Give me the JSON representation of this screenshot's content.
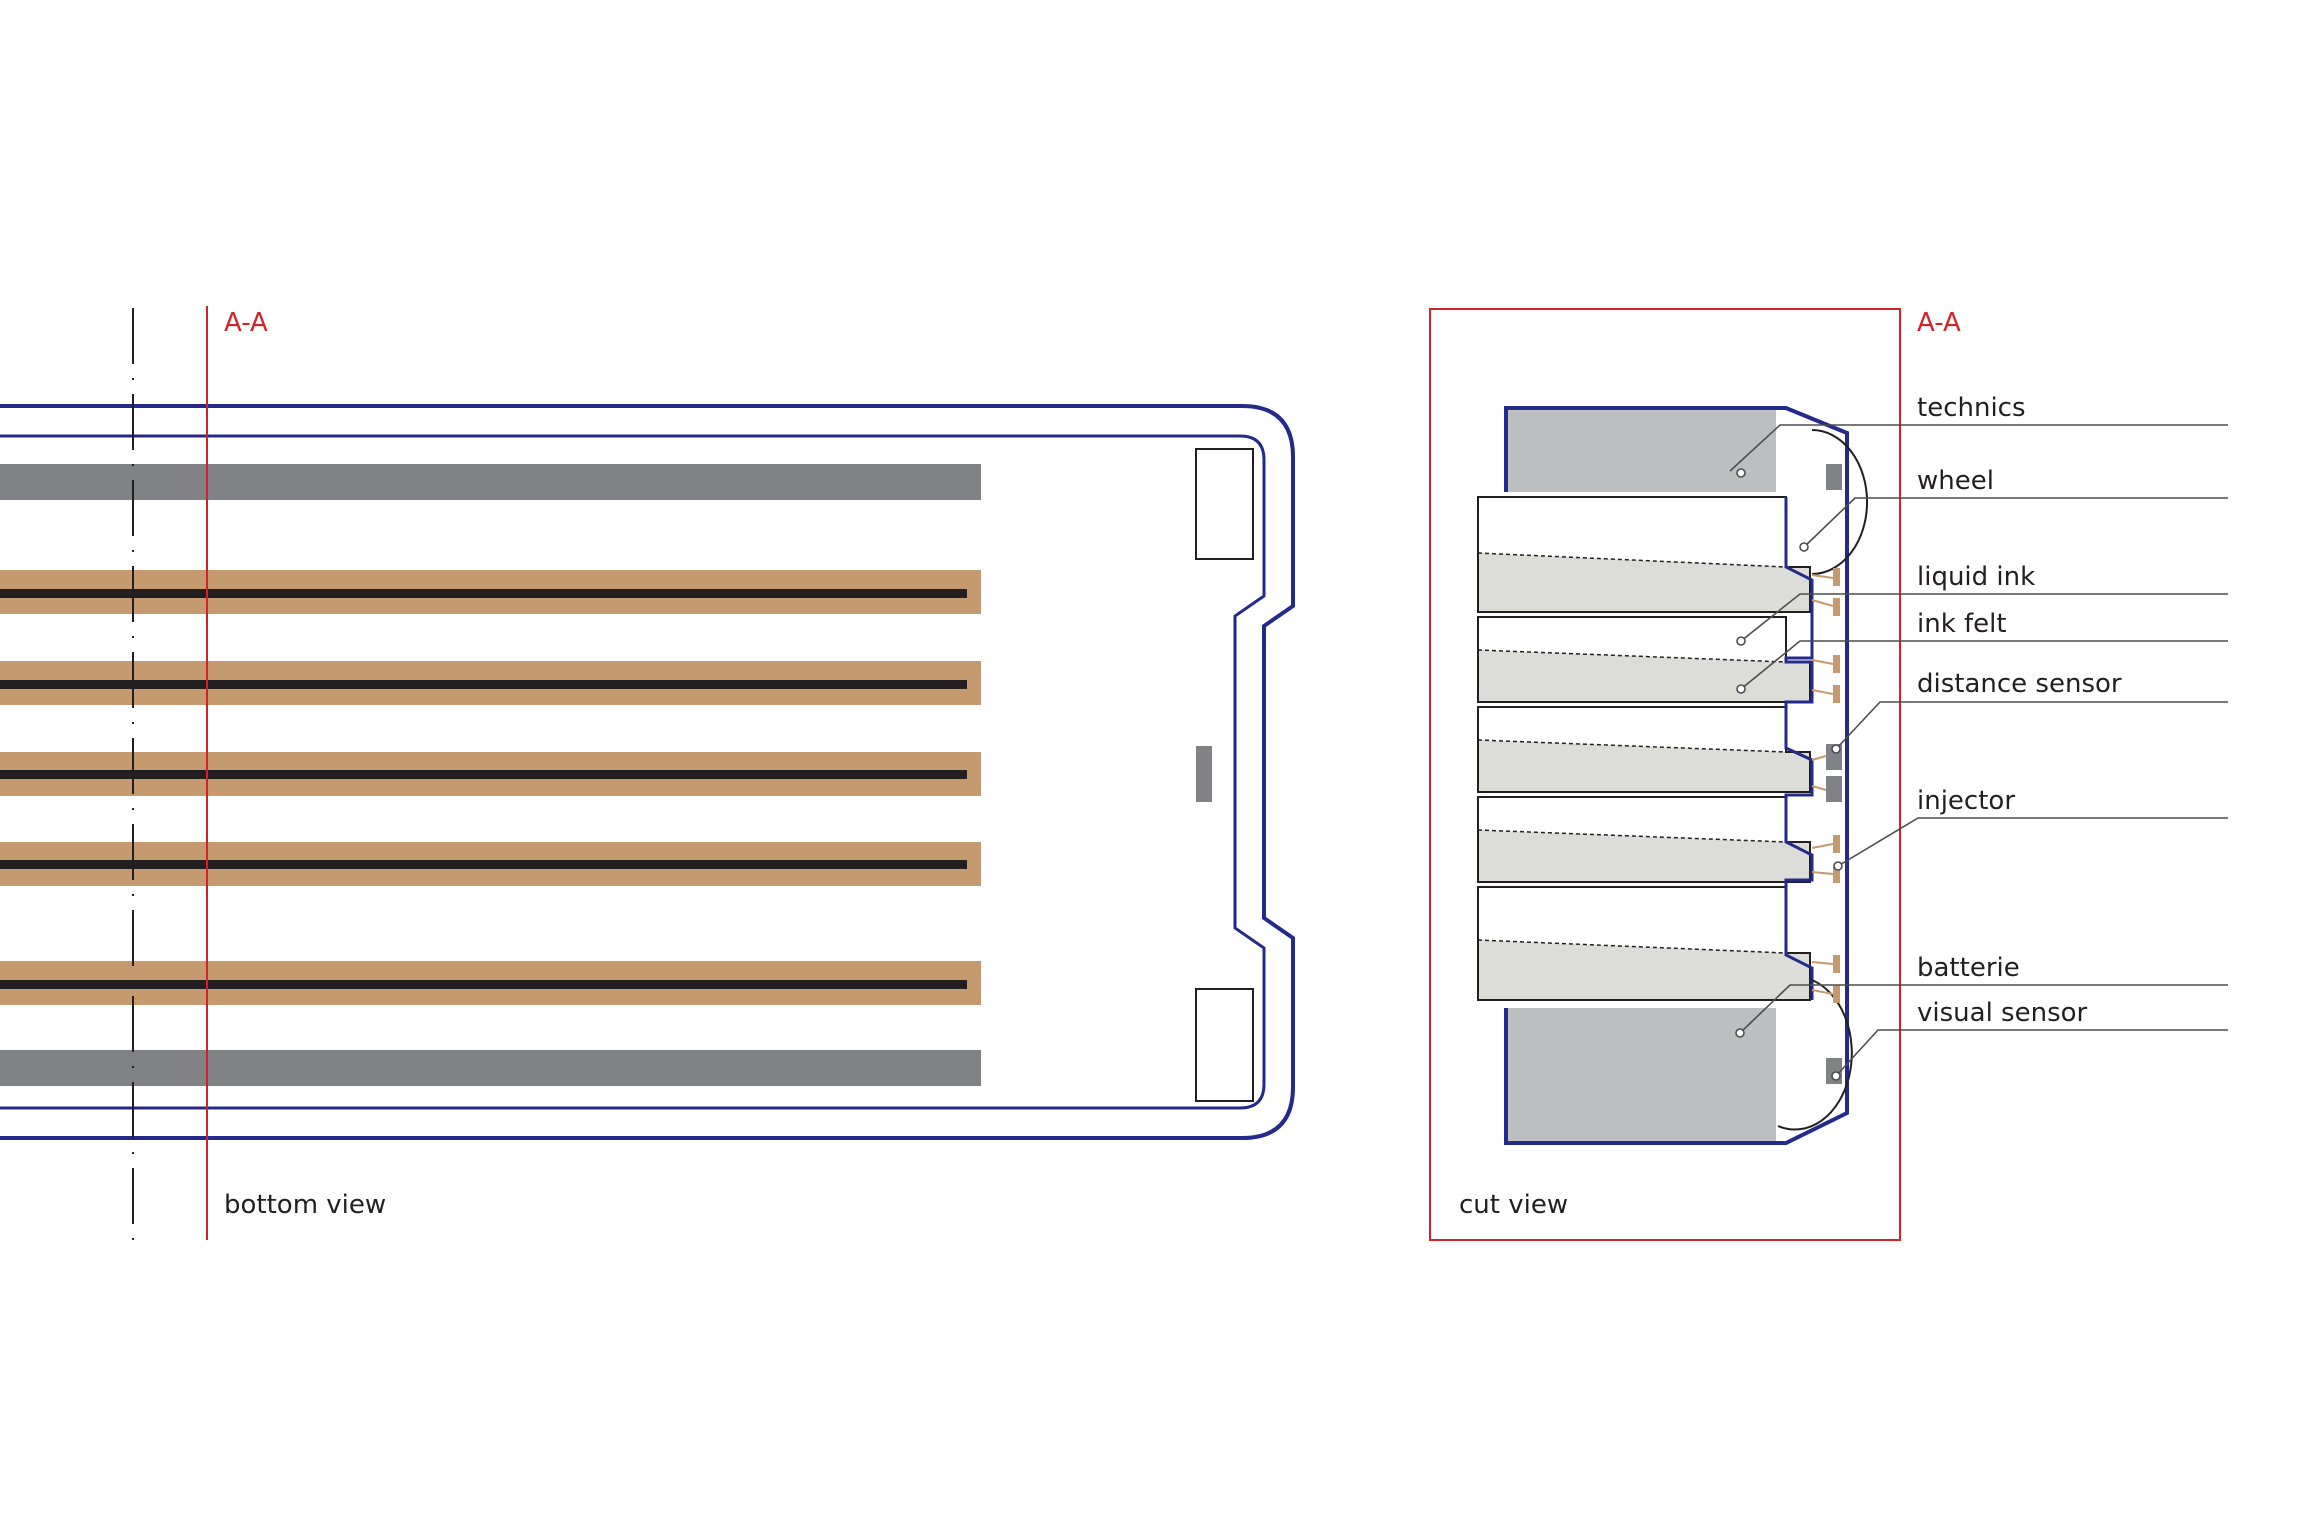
{
  "labels": {
    "section_left": "A-A",
    "section_right": "A-A",
    "bottom_view": "bottom view",
    "cut_view": "cut view"
  },
  "callouts": {
    "technics": "technics",
    "wheel": "wheel",
    "liquid_ink": "liquid ink",
    "ink_felt": "ink felt",
    "distance_sensor": "distance sensor",
    "injector": "injector",
    "batterie": "batterie",
    "visual_sensor": "visual sensor"
  },
  "colors": {
    "outline": "#242a8c",
    "section": "#d2232a",
    "felt": "#c59a6e",
    "ink_line": "#231f20",
    "grey_bar": "#808285",
    "light_grey": "#bcbec0",
    "ink_fill": "#dcdcd9",
    "leader": "#4d4d4f"
  }
}
